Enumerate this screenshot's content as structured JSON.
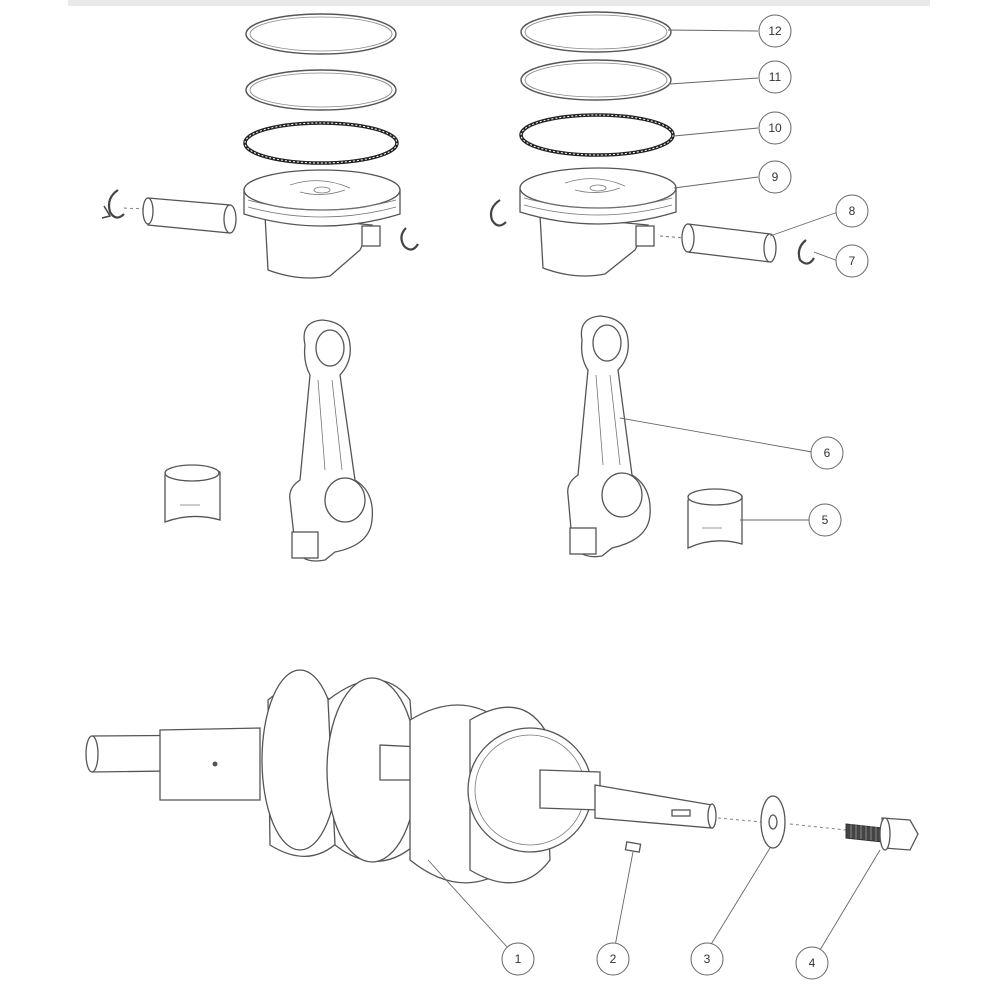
{
  "callouts": [
    {
      "id": "12",
      "label": "12"
    },
    {
      "id": "11",
      "label": "11"
    },
    {
      "id": "10",
      "label": "10"
    },
    {
      "id": "9",
      "label": "9"
    },
    {
      "id": "8",
      "label": "8"
    },
    {
      "id": "7",
      "label": "7"
    },
    {
      "id": "6",
      "label": "6"
    },
    {
      "id": "5",
      "label": "5"
    },
    {
      "id": "1",
      "label": "1"
    },
    {
      "id": "2",
      "label": "2"
    },
    {
      "id": "3",
      "label": "3"
    },
    {
      "id": "4",
      "label": "4"
    }
  ],
  "colors": {
    "line": "#555555",
    "background": "#ffffff",
    "topbar": "#e9e9e9"
  }
}
